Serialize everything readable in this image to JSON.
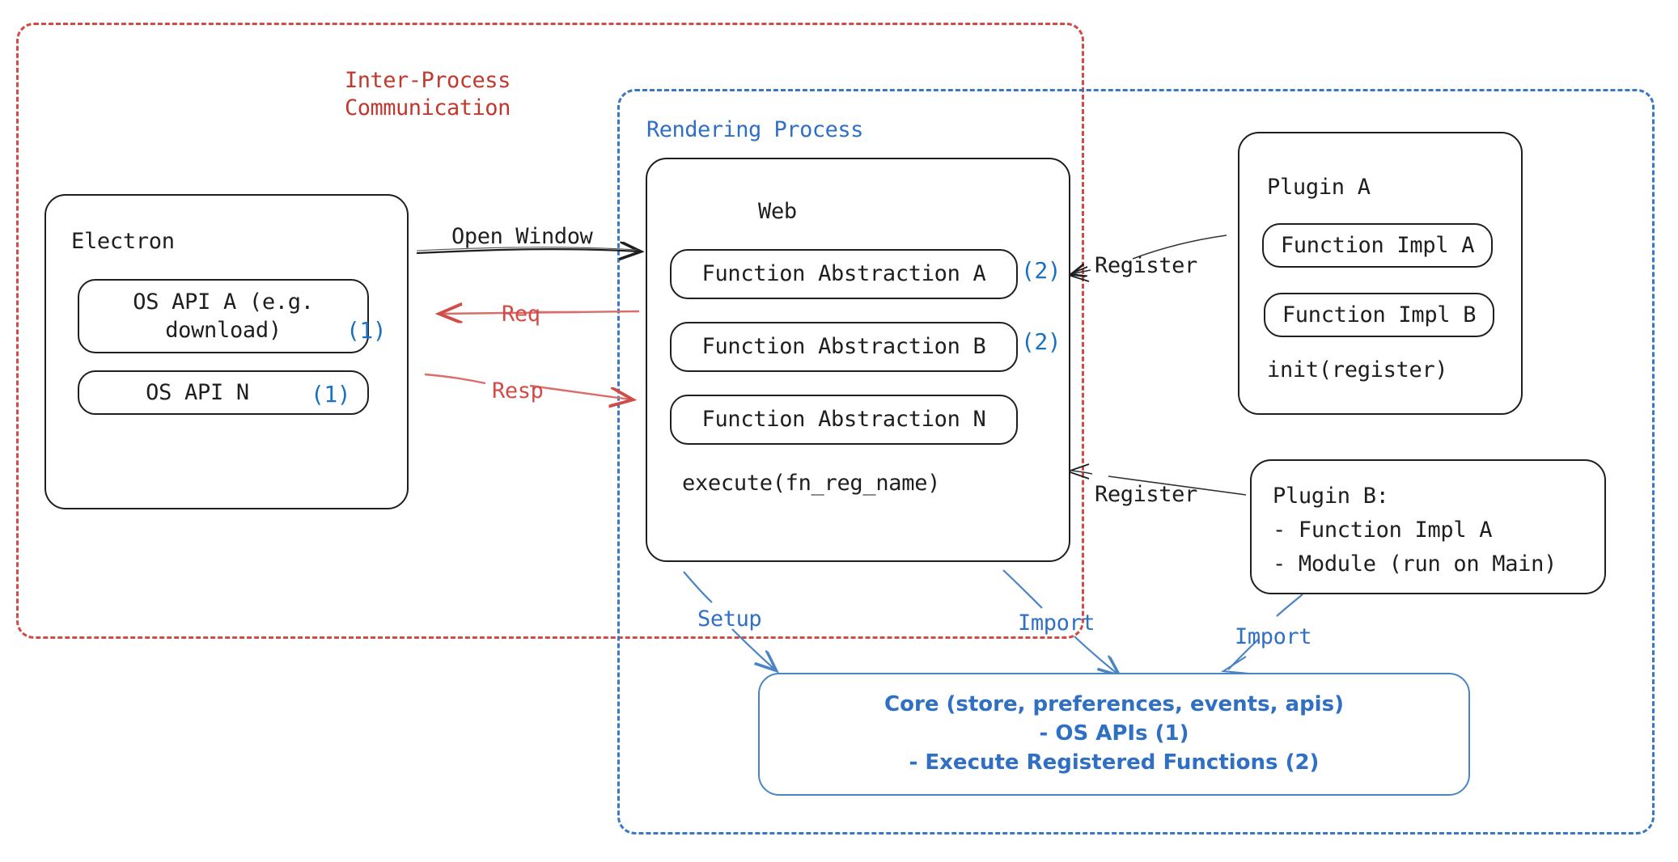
{
  "containers": {
    "ipc": {
      "label": "Inter-Process\nCommunication",
      "color": "#c0392f",
      "style": "dashed"
    },
    "rendering": {
      "label": "Rendering Process",
      "color": "#2f6fc4",
      "style": "dashed"
    }
  },
  "electron": {
    "title": "Electron",
    "apis": [
      {
        "label": "OS API A (e.g.\ndownload)",
        "marker": "(1)"
      },
      {
        "label": "OS API N",
        "marker": "(1)"
      }
    ]
  },
  "web": {
    "title": "Web",
    "functions": [
      {
        "label": "Function Abstraction A",
        "marker": "(2)"
      },
      {
        "label": "Function Abstraction B",
        "marker": "(2)"
      },
      {
        "label": "Function Abstraction N",
        "marker": ""
      }
    ],
    "footer": "execute(fn_reg_name)"
  },
  "plugin_a": {
    "title": "Plugin A",
    "items": [
      "Function Impl A",
      "Function Impl B"
    ],
    "footer": "init(register)"
  },
  "plugin_b": {
    "text": "Plugin B:\n- Function Impl A\n- Module (run on Main)"
  },
  "core": {
    "text": "Core (store, preferences, events, apis)\n- OS APIs (1)\n- Execute Registered Functions (2)",
    "color": "#2f6fc4"
  },
  "edges": {
    "open_window": {
      "label": "Open Window",
      "color": "#1e1e1e"
    },
    "req": {
      "label": "Req",
      "color": "#d14b47"
    },
    "resp": {
      "label": "Resp",
      "color": "#d14b47"
    },
    "register_top": {
      "label": "Register",
      "color": "#1e1e1e"
    },
    "register_bottom": {
      "label": "Register",
      "color": "#1e1e1e"
    },
    "setup": {
      "label": "Setup",
      "color": "#2f6fc4"
    },
    "import_mid": {
      "label": "Import",
      "color": "#2f6fc4"
    },
    "import_right": {
      "label": "Import",
      "color": "#2f6fc4"
    }
  },
  "colors": {
    "red": "#d14b47",
    "blue": "#2f6fc4",
    "dark": "#1e1e1e",
    "marker_blue": "#1971c2"
  }
}
